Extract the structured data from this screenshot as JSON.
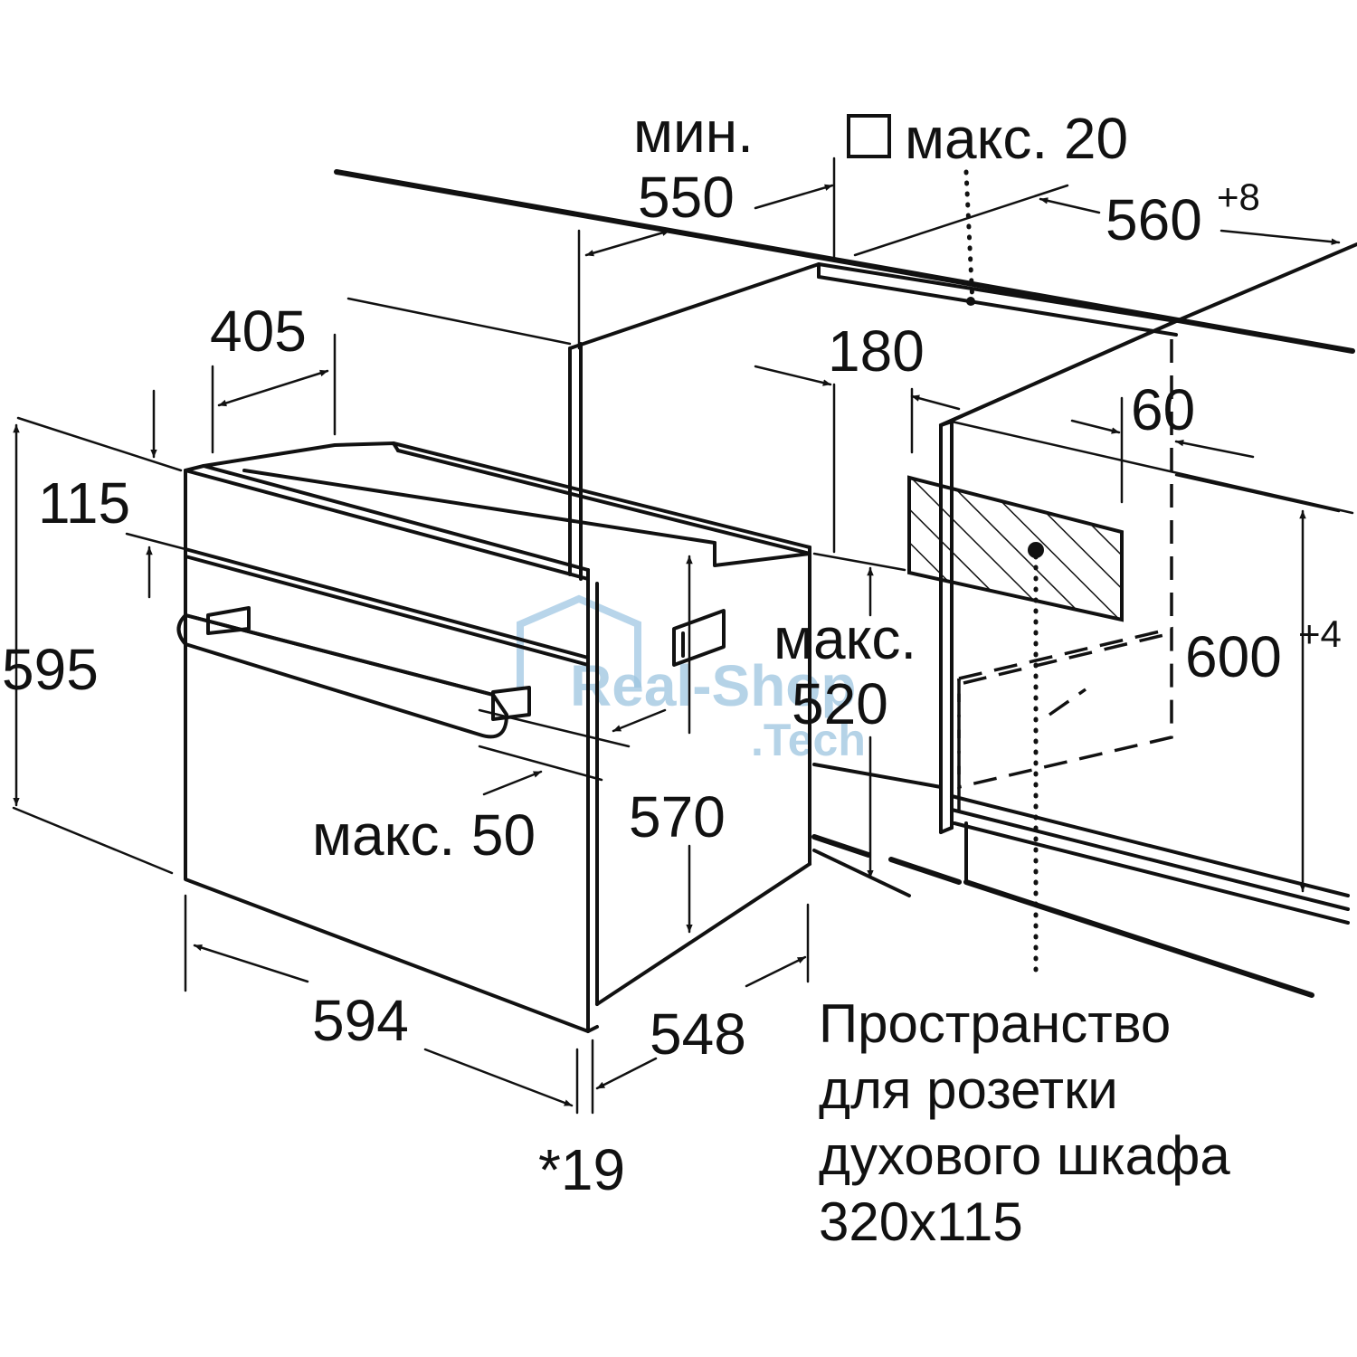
{
  "watermark": {
    "line1": "Real-Shop",
    "line2": ".Tech",
    "color": "#9dc5e0"
  },
  "labels": {
    "min": "мин.",
    "min_550": "550",
    "max_20": "макс. 20",
    "niche_width": "560",
    "niche_width_tol": "+8",
    "d405": "405",
    "d180": "180",
    "d60": "60",
    "d115": "115",
    "d595": "595",
    "max_label": "макс.",
    "d520": "520",
    "niche_height": "600",
    "niche_height_tol": "+4",
    "d570": "570",
    "max_50": "макс. 50",
    "d594": "594",
    "d548": "548",
    "d19": "*19"
  },
  "note": {
    "line1": "Пространство",
    "line2": "для розетки",
    "line3": "духового шкафа",
    "line4": "320x115"
  }
}
